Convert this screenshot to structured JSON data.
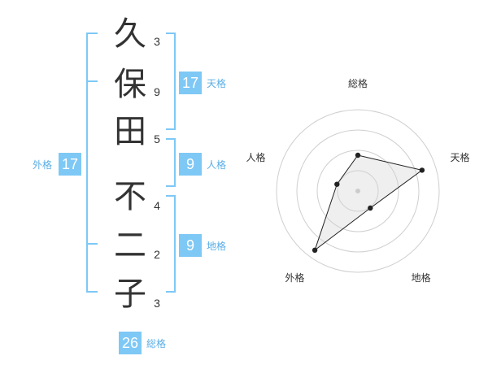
{
  "name": {
    "chars": [
      "久",
      "保",
      "田",
      "不",
      "二",
      "子"
    ],
    "strokes": [
      "3",
      "9",
      "5",
      "4",
      "2",
      "3"
    ]
  },
  "scores": {
    "tenkaku": {
      "value": "17",
      "label": "天格"
    },
    "jinkaku": {
      "value": "9",
      "label": "人格"
    },
    "chikaku": {
      "value": "9",
      "label": "地格"
    },
    "gaikaku": {
      "value": "17",
      "label": "外格"
    },
    "soukaku": {
      "value": "26",
      "label": "総格"
    }
  },
  "colors": {
    "accent": "#7ec8f5",
    "label": "#5aaee6",
    "text": "#333333"
  },
  "chart_data": {
    "type": "radar",
    "axes": [
      "総格",
      "天格",
      "地格",
      "外格",
      "人格"
    ],
    "values": [
      0.44,
      0.83,
      0.26,
      0.9,
      0.27
    ],
    "rings": 4
  }
}
